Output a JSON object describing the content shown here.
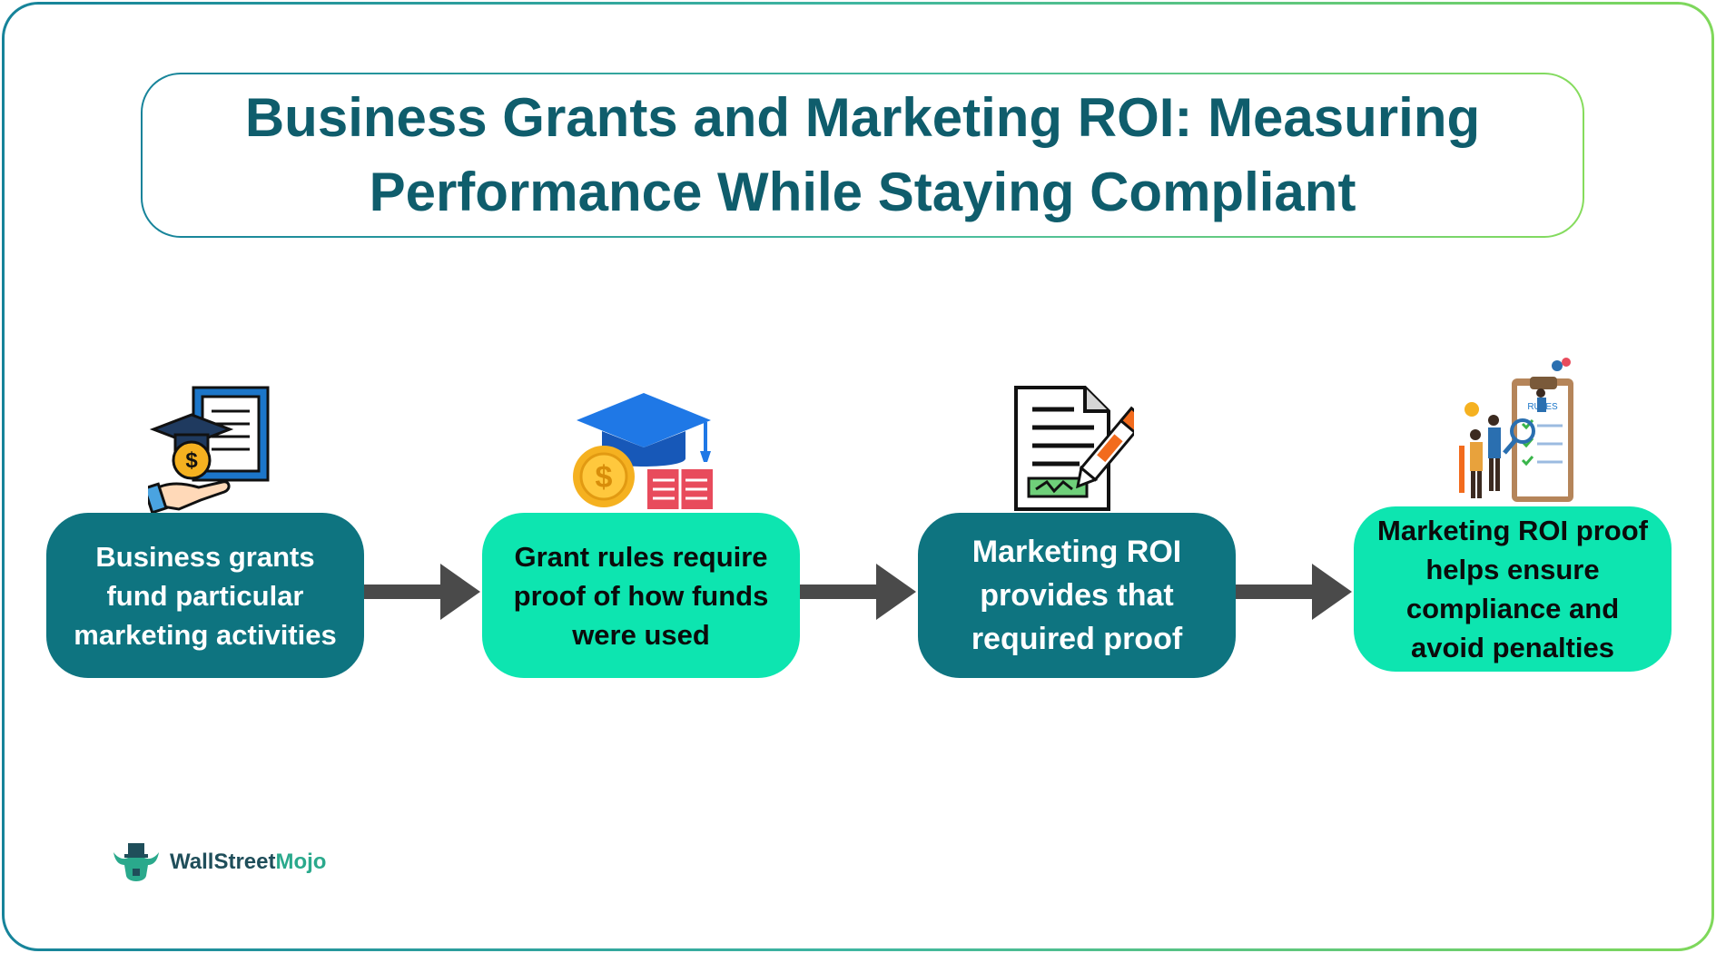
{
  "title": "Business Grants and Marketing ROI: Measuring Performance While Staying Compliant",
  "steps": [
    {
      "text": "Business grants fund particular marketing activities",
      "icon": "grant-document-icon"
    },
    {
      "text": "Grant rules require proof of how funds were used",
      "icon": "graduation-cap-money-icon"
    },
    {
      "text": "Marketing ROI provides that required proof",
      "icon": "signed-contract-icon"
    },
    {
      "text": "Marketing ROI proof helps ensure compliance and avoid penalties",
      "icon": "rules-checklist-icon"
    }
  ],
  "logo": {
    "part1": "WallStreet",
    "part2": "Mojo"
  },
  "colors": {
    "title": "#0f5d6c",
    "step_dark": "#0e7480",
    "step_light": "#0de5b0",
    "arrow": "#4a4a4a",
    "border_start": "#16839a",
    "border_end": "#7fd85a"
  }
}
